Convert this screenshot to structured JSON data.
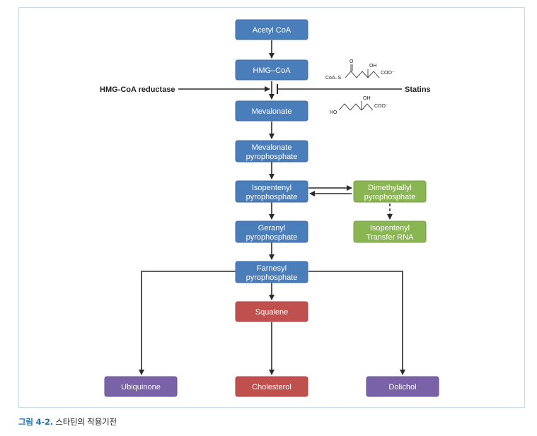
{
  "nodes": {
    "acetyl_coa": {
      "lines": [
        "Acetyl CoA"
      ]
    },
    "hmg_coa": {
      "lines": [
        "HMG–CoA"
      ]
    },
    "mevalonate": {
      "lines": [
        "Mevalonate"
      ]
    },
    "mevalonate_pp": {
      "lines": [
        "Mevalonate",
        "pyrophosphate"
      ]
    },
    "isopentenyl_pp": {
      "lines": [
        "Isopentenyl",
        "pyrophosphate"
      ]
    },
    "dimethylallyl_pp": {
      "lines": [
        "Dimethylallyl",
        "pyrophosphate"
      ]
    },
    "isopentenyl_trna": {
      "lines": [
        "Isopentenyl",
        "Transfer RNA"
      ]
    },
    "geranyl_pp": {
      "lines": [
        "Geranyl",
        "pyrophosphate"
      ]
    },
    "farnesyl_pp": {
      "lines": [
        "Farnesyl",
        "pyrophosphate"
      ]
    },
    "squalene": {
      "lines": [
        "Squalene"
      ]
    },
    "ubiquinone": {
      "lines": [
        "Ubiquinone"
      ]
    },
    "cholesterol": {
      "lines": [
        "Cholesterol"
      ]
    },
    "dolichol": {
      "lines": [
        "Dolichol"
      ]
    }
  },
  "side_labels": {
    "enzyme": "HMG-CoA reductase",
    "inhibitor": "Statins"
  },
  "structures": {
    "hmg_coa": {
      "coa_s": "CoA–S",
      "o": "O",
      "oh": "OH",
      "coo": "COO⁻"
    },
    "mevalonate": {
      "ho": "HO",
      "oh": "OH",
      "coo": "COO⁻"
    }
  },
  "colors": {
    "blue": "#4a7ebb",
    "green": "#8ab553",
    "red": "#c0504d",
    "purple": "#7a62a8",
    "arrow": "#2b2b2b"
  },
  "caption": {
    "fig_num": "그림 4-2.",
    "text": " 스타틴의 작용기전"
  }
}
